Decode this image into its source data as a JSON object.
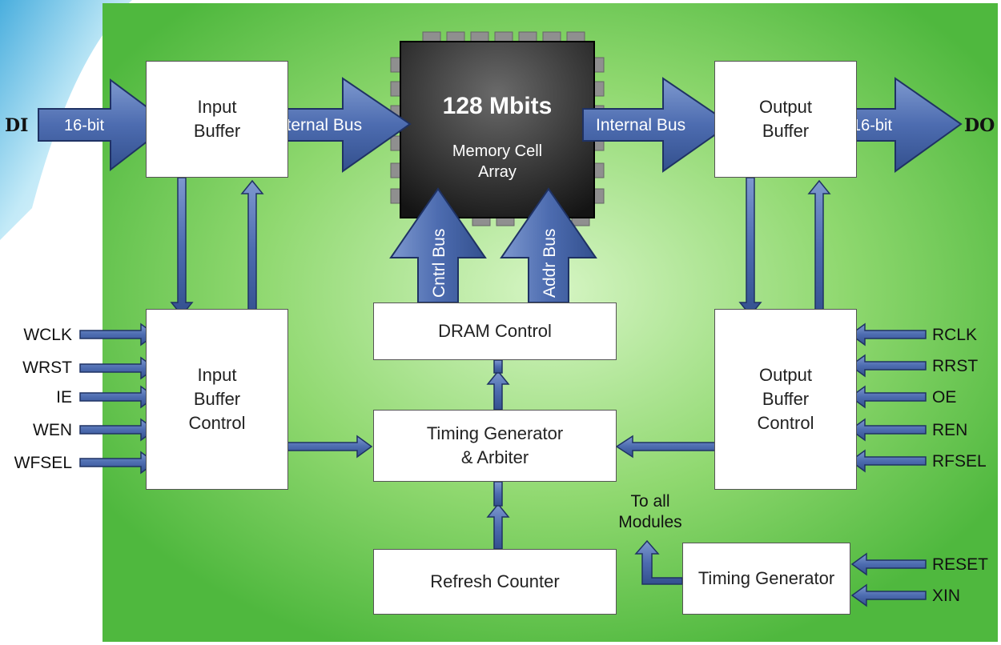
{
  "colors": {
    "background_green": "#5cc04a",
    "arrow_fill": "#4f6fb0",
    "arrow_edge": "#2a3f78",
    "chip_dark": "#1f1f1f",
    "chip_pin": "#9a9a9a",
    "box_fill": "#ffffff",
    "glow_blue": "#bfe6f5"
  },
  "external": {
    "di": "DI",
    "do": "DO"
  },
  "arrows": {
    "input_bus_width": "16-bit",
    "output_bus_width": "16-bit",
    "internal_bus_in": "Internal Bus",
    "internal_bus_out": "Internal Bus",
    "cntrl_bus": "Cntrl Bus",
    "addr_bus": "Addr Bus"
  },
  "memory": {
    "capacity": "128 Mbits",
    "label": "Memory Cell\nArray"
  },
  "blocks": {
    "input_buffer": "Input\nBuffer",
    "output_buffer": "Output\nBuffer",
    "input_buffer_control": "Input\nBuffer\nControl",
    "output_buffer_control": "Output\nBuffer\nControl",
    "dram_control": "DRAM Control",
    "timing_generator_arbiter": "Timing Generator\n& Arbiter",
    "refresh_counter": "Refresh Counter",
    "timing_generator": "Timing Generator"
  },
  "notes": {
    "to_all_modules": "To all\nModules"
  },
  "write_signals": [
    "WCLK",
    "WRST",
    "IE",
    "WEN",
    "WFSEL"
  ],
  "read_signals": [
    "RCLK",
    "RRST",
    "OE",
    "REN",
    "RFSEL"
  ],
  "clock_signals": [
    "RESET",
    "XIN"
  ]
}
